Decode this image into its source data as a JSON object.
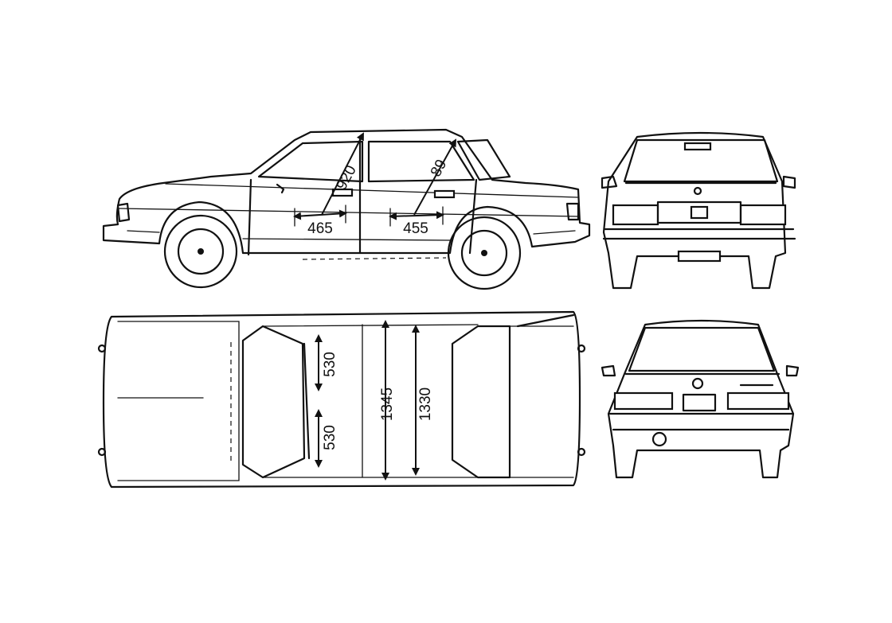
{
  "dimensions": {
    "side_front_headroom": "920",
    "side_rear_headroom": "89",
    "side_front_seat_depth": "465",
    "side_rear_seat_depth": "455",
    "top_front_half_width": "530",
    "top_rear_half_width": "530",
    "top_front_shoulder_width": "1345",
    "top_rear_shoulder_width": "1330"
  },
  "views": [
    "side-view",
    "front-view",
    "top-view",
    "rear-view"
  ],
  "colors": {
    "line": "#111111",
    "background": "#ffffff"
  }
}
